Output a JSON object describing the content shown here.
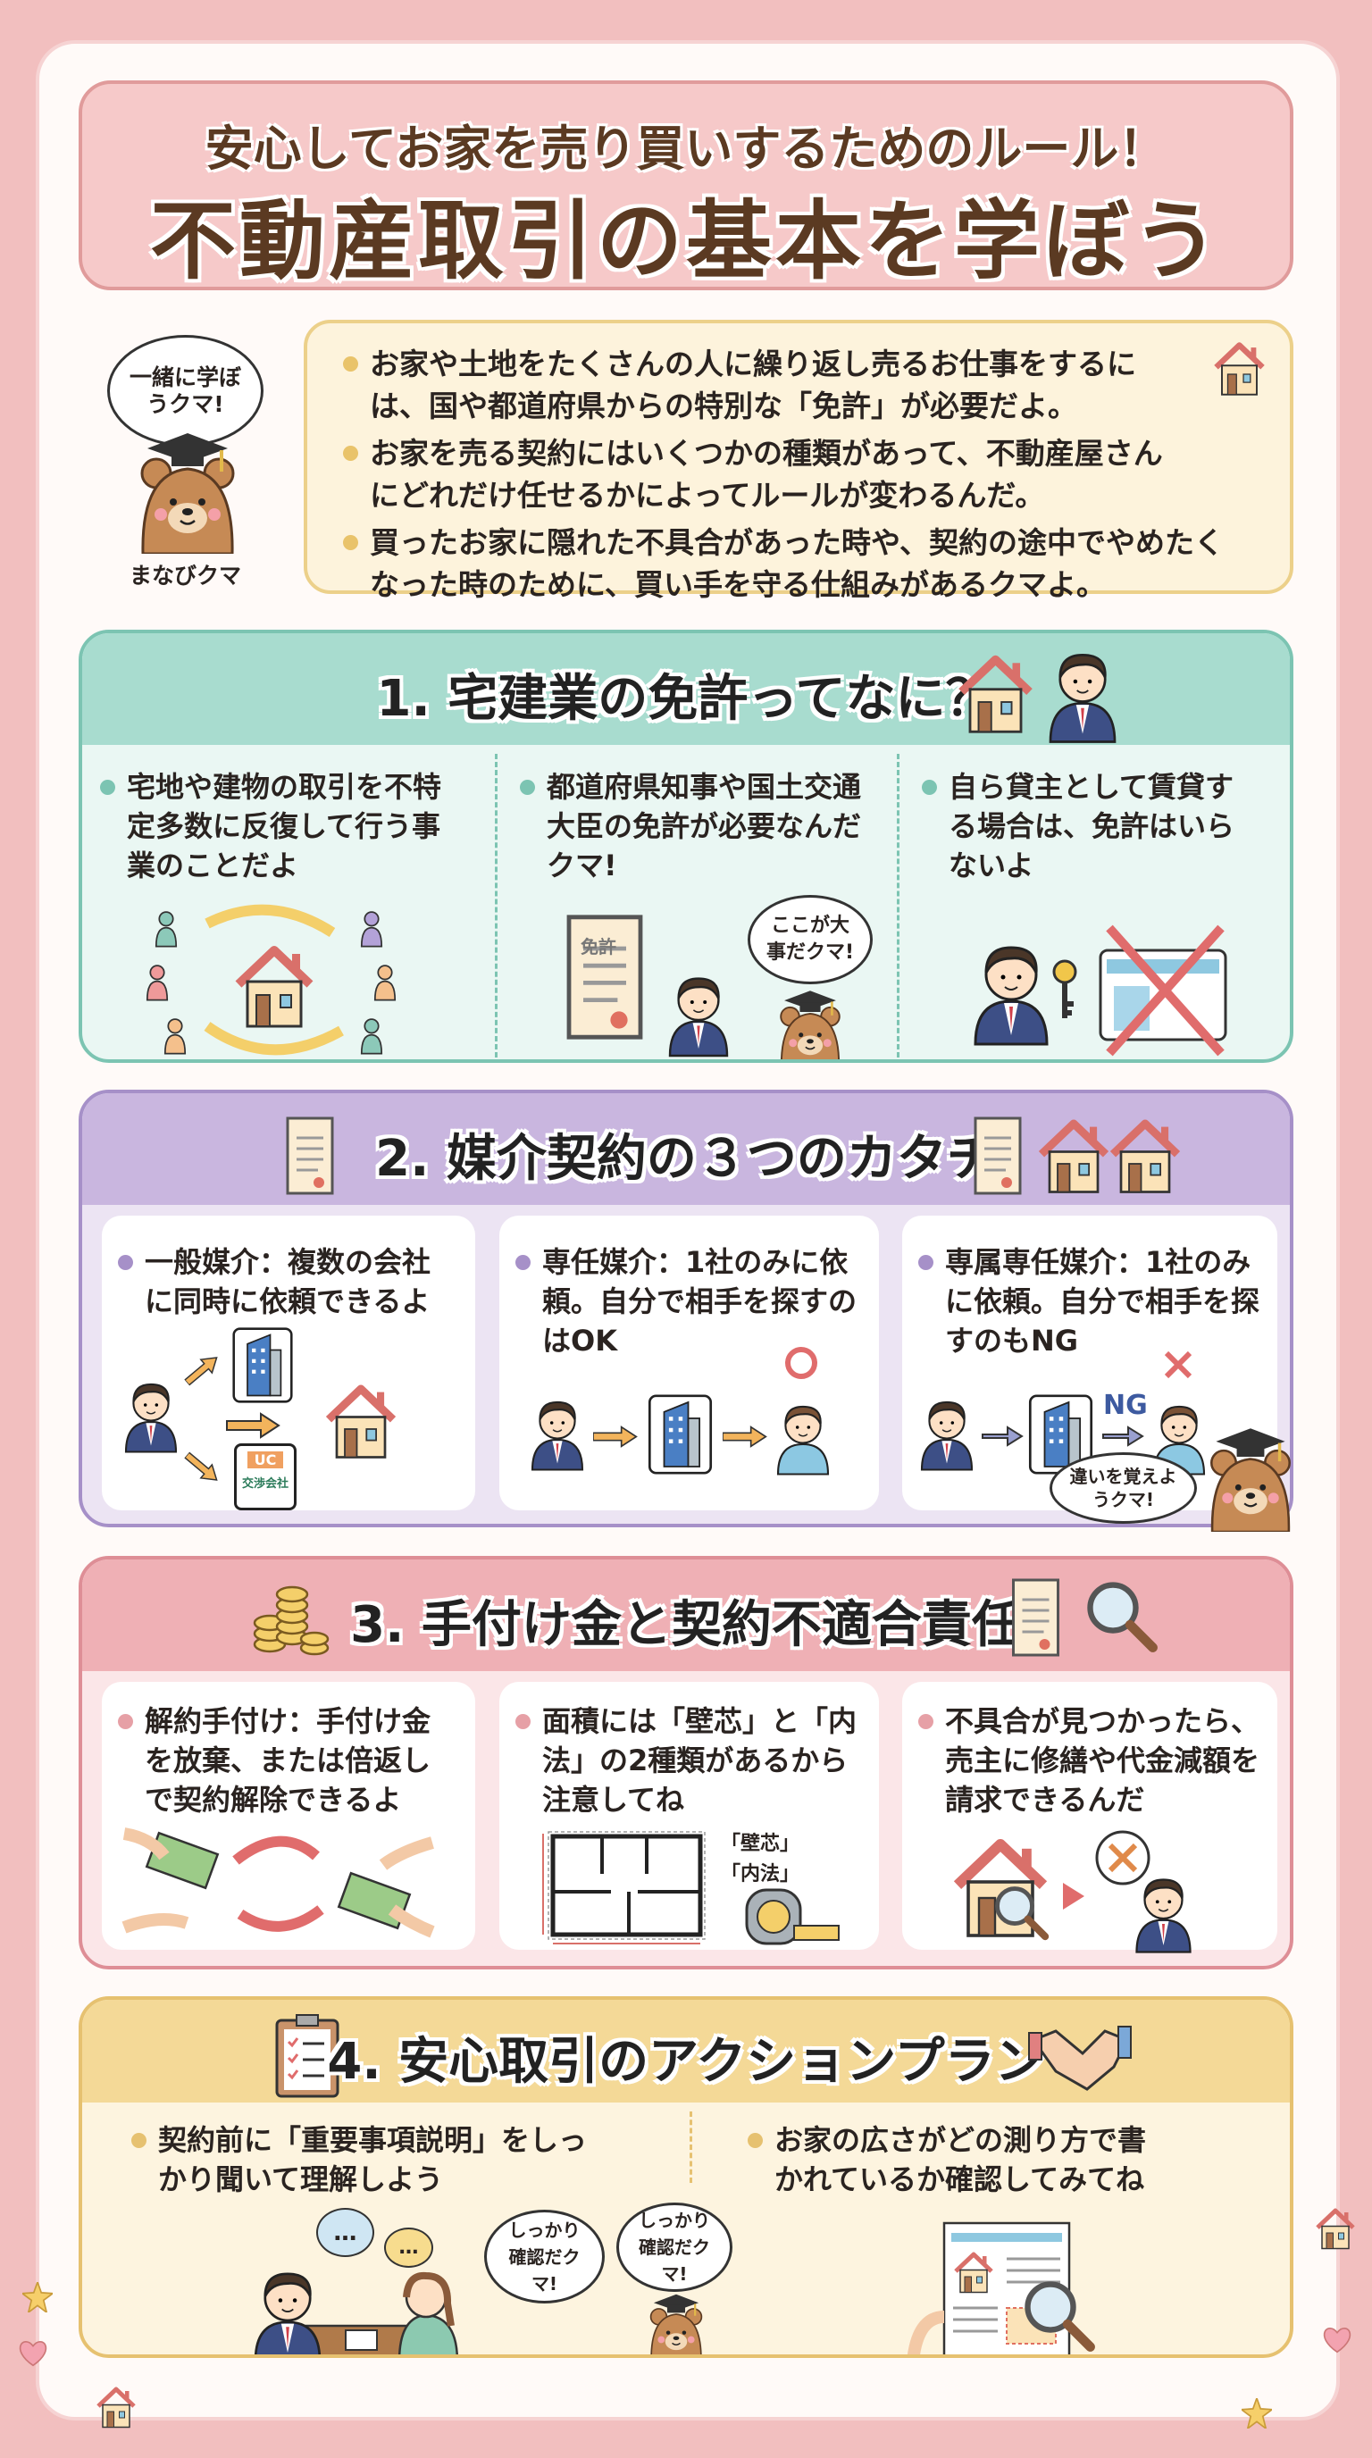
{
  "header": {
    "subtitle": "安心してお家を売り買いするためのルール！",
    "title": "不動産取引の基本を学ぼう"
  },
  "intro": {
    "mascot_bubble": "一緒に学ぼうクマ!",
    "mascot_name": "まなびクマ",
    "points": [
      "お家や土地をたくさんの人に繰り返し売るお仕事をするには、国や都道府県からの特別な「免許」が必要だよ。",
      "お家を売る契約にはいくつかの種類があって、不動産屋さんにどれだけ任せるかによってルールが変わるんだ。",
      "買ったお家に隠れた不具合があった時や、契約の途中でやめたくなった時のために、買い手を守る仕組みがあるクマよ。"
    ]
  },
  "sections": [
    {
      "title": "1. 宅建業の免許ってなに？",
      "color": "#a8dccf",
      "points": [
        "宅地や建物の取引を不特定多数に反復して行う事業のことだよ",
        "都道府県知事や国土交通大臣の免許が必要なんだクマ!",
        "自ら貸主として賃貸する場合は、免許はいらないよ"
      ],
      "license_label": "免許",
      "bubble": "ここが大事だクマ!"
    },
    {
      "title": "2. 媒介契約の３つのカタチ",
      "color": "#c9b6df",
      "points": [
        "一般媒介：複数の会社に同時に依頼できるよ",
        "専任媒介：1社のみに依頼。自分で相手を探すのはOK",
        "専属専任媒介：1社のみに依頼。自分で相手を探すのもNG"
      ],
      "company_logo": "UC",
      "company_label": "交渉会社",
      "ng_label": "NG",
      "bubble": "違いを覚えようクマ!"
    },
    {
      "title": "3. 手付け金と契約不適合責任",
      "color": "#efb0b5",
      "points": [
        "解約手付け：手付け金を放棄、または倍返しで契約解除できるよ",
        "面積には「壁芯」と「内法」の2種類があるから注意してね",
        "不具合が見つかったら、売主に修繕や代金減額を請求できるんだ"
      ],
      "wall_center": "「壁芯」",
      "inner": "「内法」"
    },
    {
      "title": "4. 安心取引のアクションプラン",
      "color": "#f4d997",
      "points": [
        "契約前に「重要事項説明」をしっかり聞いて理解しよう",
        "お家の広さがどの測り方で書かれているか確認してみてね"
      ],
      "bubble1": "しっかり確認だクマ!",
      "bubble2": "しっかり確認だクマ!",
      "dots": "…"
    }
  ],
  "colors": {
    "background": "#f2bfbf",
    "title_text": "#5b3a22",
    "teal": "#7cc4b2",
    "purple": "#a690c8",
    "pink": "#de8e96",
    "yellow": "#e6c170"
  }
}
